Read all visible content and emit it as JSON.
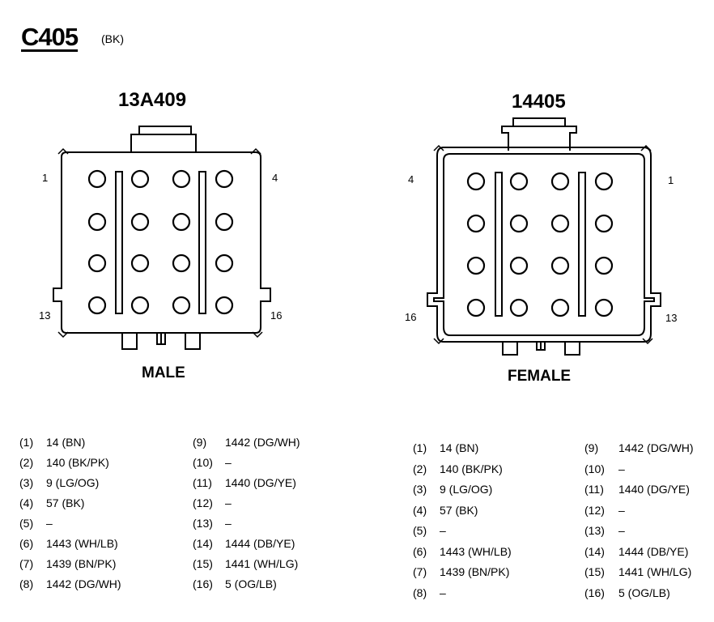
{
  "connector_id": "C405",
  "color_code": "(BK)",
  "male": {
    "part_number": "13A409",
    "label": "MALE",
    "corner_pins": {
      "top_left": "1",
      "top_right": "4",
      "bottom_left": "13",
      "bottom_right": "16"
    },
    "pins": [
      {
        "num": "(1)",
        "circuit": "14 (BN)"
      },
      {
        "num": "(2)",
        "circuit": "140 (BK/PK)"
      },
      {
        "num": "(3)",
        "circuit": "9 (LG/OG)"
      },
      {
        "num": "(4)",
        "circuit": "57 (BK)"
      },
      {
        "num": "(5)",
        "circuit": "–"
      },
      {
        "num": "(6)",
        "circuit": "1443 (WH/LB)"
      },
      {
        "num": "(7)",
        "circuit": "1439 (BN/PK)"
      },
      {
        "num": "(8)",
        "circuit": "1442 (DG/WH)"
      },
      {
        "num": "(9)",
        "circuit": "1442 (DG/WH)"
      },
      {
        "num": "(10)",
        "circuit": "–"
      },
      {
        "num": "(11)",
        "circuit": "1440 (DG/YE)"
      },
      {
        "num": "(12)",
        "circuit": "–"
      },
      {
        "num": "(13)",
        "circuit": "–"
      },
      {
        "num": "(14)",
        "circuit": "1444 (DB/YE)"
      },
      {
        "num": "(15)",
        "circuit": "1441 (WH/LG)"
      },
      {
        "num": "(16)",
        "circuit": "5 (OG/LB)"
      }
    ]
  },
  "female": {
    "part_number": "14405",
    "label": "FEMALE",
    "corner_pins": {
      "top_left": "4",
      "top_right": "1",
      "bottom_left": "16",
      "bottom_right": "13"
    },
    "pins": [
      {
        "num": "(1)",
        "circuit": "14 (BN)"
      },
      {
        "num": "(2)",
        "circuit": "140 (BK/PK)"
      },
      {
        "num": "(3)",
        "circuit": "9 (LG/OG)"
      },
      {
        "num": "(4)",
        "circuit": "57 (BK)"
      },
      {
        "num": "(5)",
        "circuit": "–"
      },
      {
        "num": "(6)",
        "circuit": "1443 (WH/LB)"
      },
      {
        "num": "(7)",
        "circuit": "1439 (BN/PK)"
      },
      {
        "num": "(8)",
        "circuit": "–"
      },
      {
        "num": "(9)",
        "circuit": "1442 (DG/WH)"
      },
      {
        "num": "(10)",
        "circuit": "–"
      },
      {
        "num": "(11)",
        "circuit": "1440 (DG/YE)"
      },
      {
        "num": "(12)",
        "circuit": "–"
      },
      {
        "num": "(13)",
        "circuit": "–"
      },
      {
        "num": "(14)",
        "circuit": "1444 (DB/YE)"
      },
      {
        "num": "(15)",
        "circuit": "1441 (WH/LG)"
      },
      {
        "num": "(16)",
        "circuit": "5 (OG/LB)"
      }
    ]
  }
}
